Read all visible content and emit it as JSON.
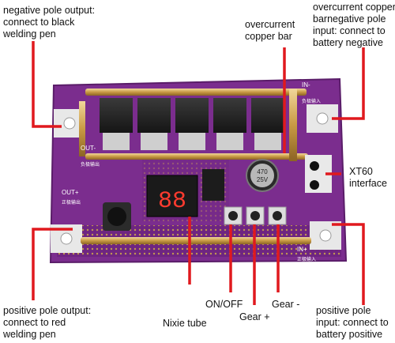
{
  "labels": {
    "neg_output": "negative pole output:\nconnect to black\nwelding pen",
    "copper_bar": "overcurrent\ncopper bar",
    "neg_input": "overcurrent copper\nbarnegative pole\ninput: connect to\nbattery negative",
    "xt60": "XT60\ninterface",
    "pos_output": "positive pole output:\nconnect to red\nwelding pen",
    "nixie": "Nixie tube",
    "onoff": "ON/OFF",
    "gear_plus": "Gear +",
    "gear_minus": "Gear -",
    "pos_input": "positive pole\ninput: connect to\nbattery positive"
  },
  "board": {
    "silk_in_minus": "IN-",
    "silk_in_minus_cn": "负极输入",
    "silk_out_minus": "OUT-",
    "silk_out_minus_cn": "负极输出",
    "silk_out_plus": "OUT+",
    "silk_out_plus_cn": "正极输出",
    "silk_in_plus": "IN+",
    "silk_in_plus_cn": "正极输入",
    "display": "88",
    "cap_value": "470",
    "cap_voltage": "25V",
    "pcb_color": "#7b2d8e",
    "arrow_color": "#e0191e"
  }
}
